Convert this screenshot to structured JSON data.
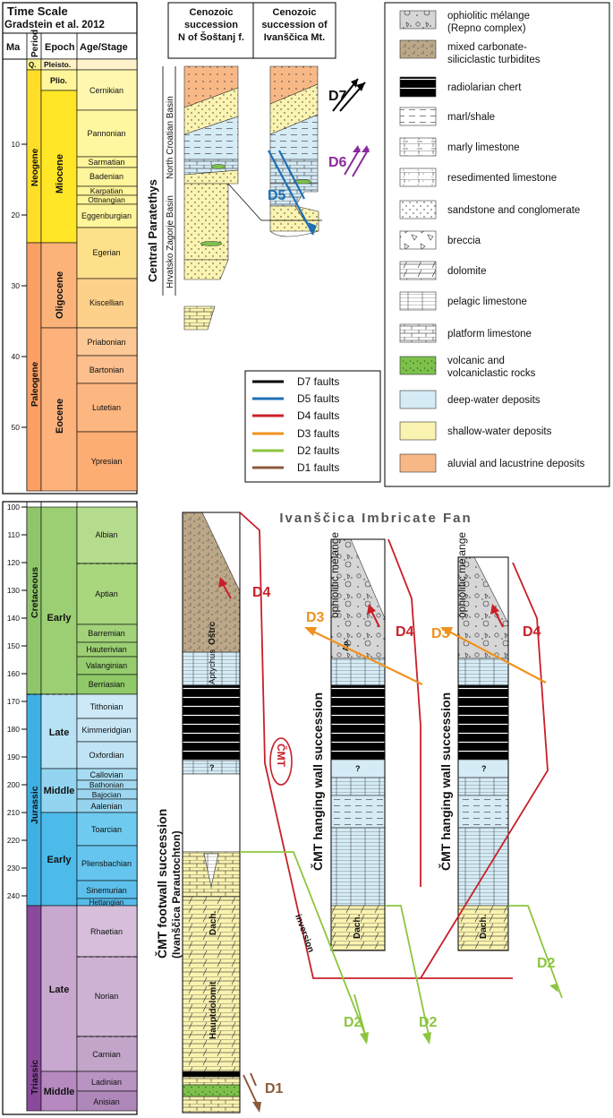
{
  "timescale": {
    "title_line1": "Time Scale",
    "title_line2": "Gradstein et al. 2012",
    "col_ma": "Ma",
    "col_period": "Period",
    "col_epoch": "Epoch",
    "col_age": "Age/Stage",
    "periods_top": [
      "Q.",
      "Neogene",
      "Paleogene"
    ],
    "epochs_top": [
      "Pleisto.",
      "Plio.",
      "Miocene",
      "Oligocene",
      "Eocene"
    ],
    "stages_top": [
      "Cernikian",
      "Pannonian",
      "Sarmatian",
      "Badenian",
      "Karpatian",
      "Ottnangian",
      "Eggenburgian",
      "Egerian",
      "Kiscellian",
      "Priabonian",
      "Bartonian",
      "Lutetian",
      "Ypresian"
    ],
    "ticks_top": [
      "10",
      "20",
      "30",
      "40",
      "50"
    ],
    "periods_bottom": [
      "Cretaceous",
      "Jurassic",
      "Triassic"
    ],
    "epochs_bottom": [
      "Early",
      "Late",
      "Middle",
      "Early",
      "Late",
      "Middle"
    ],
    "stages_bottom": [
      "Albian",
      "Aptian",
      "Barremian",
      "Hauterivian",
      "Valanginian",
      "Berriasian",
      "Tithonian",
      "Kimmeridgian",
      "Oxfordian",
      "Callovian",
      "Bathonian",
      "Bajocian",
      "Aalenian",
      "Toarcian",
      "Pliensbachian",
      "Sinemurian",
      "Hettangian",
      "Rhaetian",
      "Norian",
      "Carnian",
      "Ladinian",
      "Anisian"
    ],
    "ticks_bottom": [
      "100",
      "110",
      "120",
      "130",
      "140",
      "150",
      "160",
      "170",
      "180",
      "190",
      "200",
      "210",
      "220",
      "230",
      "240"
    ]
  },
  "cenozoic": {
    "col1_line1": "Cenozoic",
    "col1_line2": "succession",
    "col1_line3": "N of Šoštanj f.",
    "col2_line1": "Cenozoic",
    "col2_line2": "succession of",
    "col2_line3": "Ivanščica Mt.",
    "central_paratethys": "Central Paratethys",
    "north_basin": "North Croatian Basin",
    "hz_basin": "Hrvatsko Zagorje Basin",
    "d7": "D7",
    "d6": "D6",
    "d5": "D5"
  },
  "fault_legend": [
    {
      "label": "D7 faults",
      "color": "#000000"
    },
    {
      "label": "D5 faults",
      "color": "#1f6fb5"
    },
    {
      "label": "D4 faults",
      "color": "#c8202a"
    },
    {
      "label": "D3 faults",
      "color": "#f0921e"
    },
    {
      "label": "D2 faults",
      "color": "#8cc63e"
    },
    {
      "label": "D1 faults",
      "color": "#8b5a3c"
    }
  ],
  "lith_legend": [
    {
      "line1": "ophiolitic mélange",
      "line2": "(Repno complex)"
    },
    {
      "line1": "mixed carbonate-",
      "line2": "siliciclastic turbidites"
    },
    {
      "line1": "radiolarian chert",
      "line2": ""
    },
    {
      "line1": "marl/shale",
      "line2": ""
    },
    {
      "line1": "marly limestone",
      "line2": ""
    },
    {
      "line1": "resedimented limestone",
      "line2": ""
    },
    {
      "line1": "sandstone and conglomerate",
      "line2": ""
    },
    {
      "line1": "breccia",
      "line2": ""
    },
    {
      "line1": "dolomite",
      "line2": ""
    },
    {
      "line1": "pelagic limestone",
      "line2": ""
    },
    {
      "line1": "platform limestone",
      "line2": ""
    },
    {
      "line1": "volcanic and",
      "line2": "volcaniclastic rocks"
    },
    {
      "line1": "deep-water deposits",
      "line2": ""
    },
    {
      "line1": "shallow-water deposits",
      "line2": ""
    },
    {
      "line1": "aluvial and lacustrine deposits",
      "line2": ""
    }
  ],
  "lower": {
    "title": "Ivanščica Imbricate Fan",
    "footwall_line1": "ČMT footwall succession",
    "footwall_line2": "(Ivanščica Parautochton)",
    "hanging1": "ČMT hanging wall succession",
    "hanging2": "ČMT hanging wall succession",
    "melange1": "ophiolitic mélange",
    "melange2": "ophiolitic mélange",
    "ostrc": "Oštrc",
    "aptychus": "Aptychus",
    "ap": "Ap.",
    "q": "?",
    "dach": "Dach.",
    "hauptdolomit": "Hauptdolomit",
    "cmt": "ČMT",
    "inversion": "inversion",
    "d4": "D4",
    "d3": "D3",
    "d2": "D2",
    "d1": "D1"
  }
}
